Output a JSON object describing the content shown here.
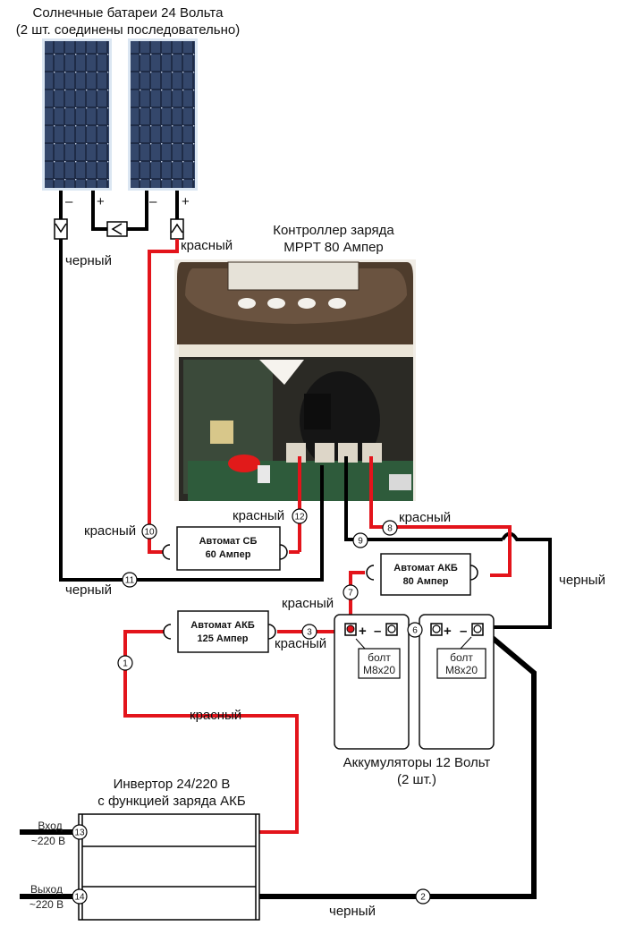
{
  "title": {
    "line1": "Солнечные батареи 24 Вольта",
    "line2": "(2 шт. соединены последовательно)"
  },
  "panels": [
    {
      "minus": "–",
      "plus": "+"
    },
    {
      "minus": "–",
      "plus": "+"
    }
  ],
  "controller": {
    "line1": "Контроллер заряда",
    "line2": "MPPT 80 Ампер"
  },
  "breakers": {
    "solar": {
      "line1": "Автомат СБ",
      "line2": "60 Ампер"
    },
    "battery80": {
      "line1": "Автомат АКБ",
      "line2": "80 Ампер"
    },
    "battery125": {
      "line1": "Автомат АКБ",
      "line2": "125 Ампер"
    }
  },
  "batteries": {
    "caption1": "Аккумуляторы 12 Вольт",
    "caption2": "(2 шт.)",
    "bolt_line1": "болт",
    "bolt_line2": "М8х20",
    "plus": "+",
    "minus": "–"
  },
  "inverter": {
    "line1": "Инвертор 24/220 В",
    "line2": "с функцией заряда АКБ",
    "input_label1": "Вход",
    "input_label2": "~220 В",
    "output_label1": "Выход",
    "output_label2": "~220 В"
  },
  "wire_labels": {
    "red": "красный",
    "black": "черный"
  },
  "wire_numbers": [
    "1",
    "2",
    "3",
    "6",
    "7",
    "8",
    "9",
    "10",
    "11",
    "12",
    "13",
    "14"
  ],
  "colors": {
    "red_wire": "#e3141b",
    "black_wire": "#000000",
    "panel": "#2d3d5c",
    "controller_body": "#4a3a2c"
  }
}
